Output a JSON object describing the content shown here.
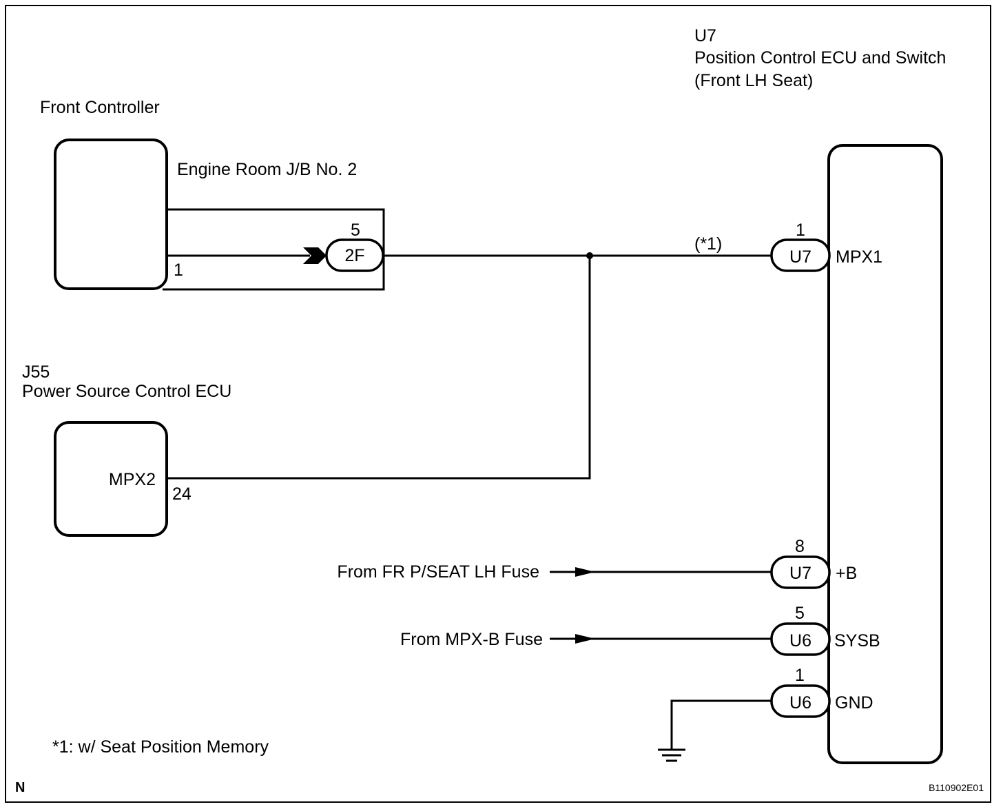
{
  "components": {
    "front_controller": {
      "name": "Front Controller",
      "pin": "1"
    },
    "junction_block": {
      "name": "Engine Room J/B No. 2",
      "connector": "2F",
      "pin": "5"
    },
    "power_source_ecu": {
      "code": "J55",
      "name": "Power Source Control ECU",
      "terminal": "MPX2",
      "pin": "24"
    },
    "position_ecu": {
      "code": "U7",
      "name_line1": "Position Control ECU and Switch",
      "name_line2": "(Front LH Seat)"
    }
  },
  "wires": {
    "mpx1": {
      "note": "(*1)",
      "connector": "U7",
      "pin": "1",
      "terminal": "MPX1"
    },
    "plus_b": {
      "source": "From FR P/SEAT LH Fuse",
      "connector": "U7",
      "pin": "8",
      "terminal": "+B"
    },
    "sysb": {
      "source": "From MPX-B Fuse",
      "connector": "U6",
      "pin": "5",
      "terminal": "SYSB"
    },
    "gnd": {
      "connector": "U6",
      "pin": "1",
      "terminal": "GND"
    }
  },
  "footnote": "*1: w/ Seat Position Memory",
  "corner_mark": "N",
  "figure_code": "B110902E01"
}
